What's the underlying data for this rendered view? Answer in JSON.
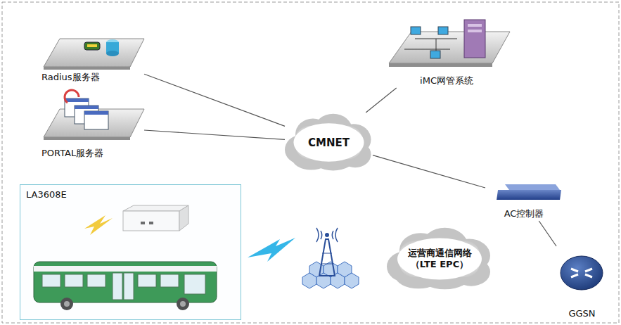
{
  "diagram": {
    "nodes": [
      {
        "text": [
          "Radius服务器"
        ]
      },
      {
        "text": [
          "iMC网管系统"
        ]
      },
      {
        "text": [
          "PORTAL服务器"
        ]
      },
      {
        "text": [
          "CMNET"
        ]
      },
      {
        "text": [
          "AC控制器"
        ]
      },
      {
        "text": [
          "LA3608E"
        ]
      },
      {
        "text": [
          "运营商通信网络 （LTE EPC）"
        ]
      },
      {
        "text": [
          "GGSN"
        ]
      }
    ],
    "edges": [
      {
        "from": 0,
        "to": 3,
        "arrow": "none"
      },
      {
        "from": 2,
        "to": 3,
        "arrow": "none"
      },
      {
        "from": 1,
        "to": 3,
        "arrow": "none"
      },
      {
        "from": 3,
        "to": 4,
        "arrow": "none"
      },
      {
        "from": 4,
        "to": 7,
        "arrow": "none"
      }
    ]
  }
}
